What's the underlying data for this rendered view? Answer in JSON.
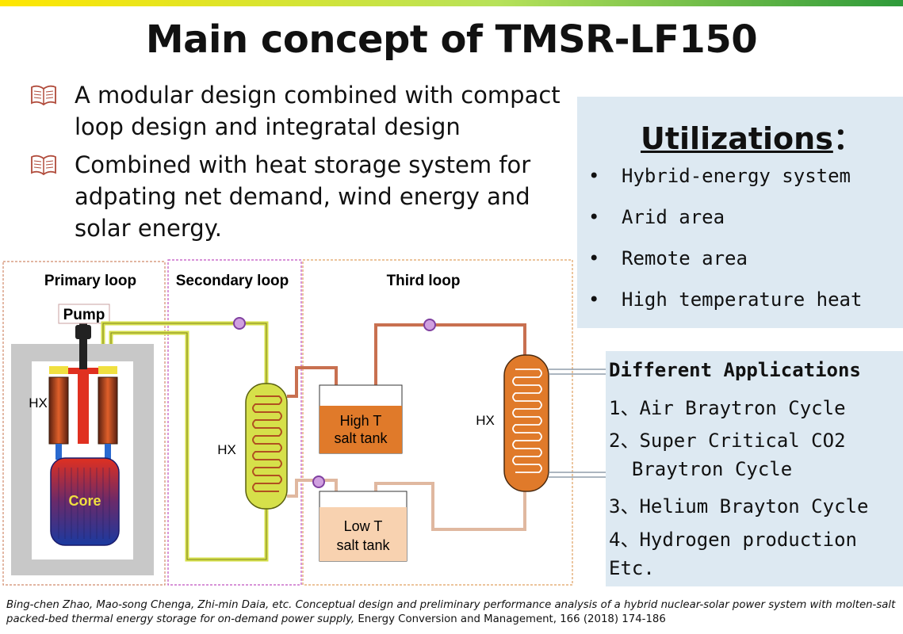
{
  "title": "Main concept of TMSR-LF150",
  "bullets": [
    {
      "line1": "A modular design combined with compact",
      "line2": "loop design and integratal design",
      "line3": ""
    },
    {
      "line1": "Combined with heat storage system for",
      "line2": "adpating net demand, wind energy and",
      "line3": "solar energy."
    }
  ],
  "utilizations": {
    "title": "Utilizations",
    "colon": "：",
    "bullet_symbol": "•",
    "items": [
      "Hybrid-energy system",
      "Arid area",
      "Remote area",
      "High temperature heat"
    ]
  },
  "applications": {
    "lines": [
      "Different Applications",
      "1、Air Braytron Cycle",
      "2、Super Critical CO2",
      "  Braytron Cycle",
      "3、Helium Brayton Cycle",
      "4、Hydrogen production",
      "Etc."
    ]
  },
  "diagram": {
    "primary_loop": "Primary loop",
    "secondary_loop": "Secondary loop",
    "third_loop": "Third loop",
    "pump": "Pump",
    "hx_primary": "HX",
    "hx_secondary": "HX",
    "hx_third": "HX",
    "core": "Core",
    "high_tank_line1": "High T",
    "high_tank_line2": "salt tank",
    "low_tank_line1": "Low T",
    "low_tank_line2": "salt tank",
    "colors": {
      "primary_salt": "#e03020",
      "secondary_hx": "#d6e04a",
      "third_hx": "#e07a2a",
      "high_tank": "#e07a2a",
      "low_tank": "#f8d2b0",
      "panel": "#dde9f2"
    }
  },
  "footer": {
    "citation": "Bing-chen Zhao, Mao-song Chenga, Zhi-min Daia, etc. Conceptual design and preliminary performance analysis of a hybrid nuclear-solar power system with molten-salt packed-bed thermal energy storage for on-demand power supply,",
    "journal": " Energy Conversion and Management, 166 (2018) 174-186"
  }
}
